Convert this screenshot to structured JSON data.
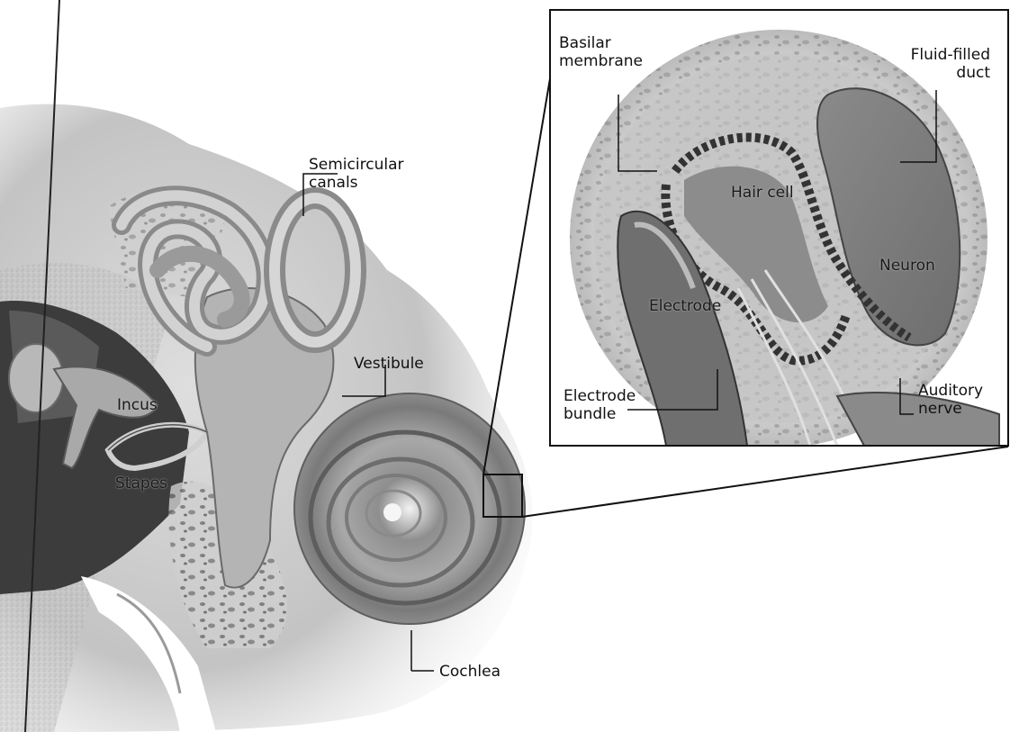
{
  "labels": {
    "semicircular_canals": [
      "Semicircular",
      "canals"
    ],
    "vestibule": "Vestibule",
    "incus": "Incus",
    "stapes": "Stapes",
    "cochlea": "Cochlea",
    "basilar_membrane": [
      "Basilar",
      "membrane"
    ],
    "fluid_filled_duct": [
      "Fluid-filled",
      "duct"
    ],
    "hair_cell": "Hair cell",
    "neuron": "Neuron",
    "electrode": "Electrode",
    "electrode_bundle": [
      "Electrode",
      "bundle"
    ],
    "auditory_nerve": [
      "Auditory",
      "nerve"
    ]
  }
}
